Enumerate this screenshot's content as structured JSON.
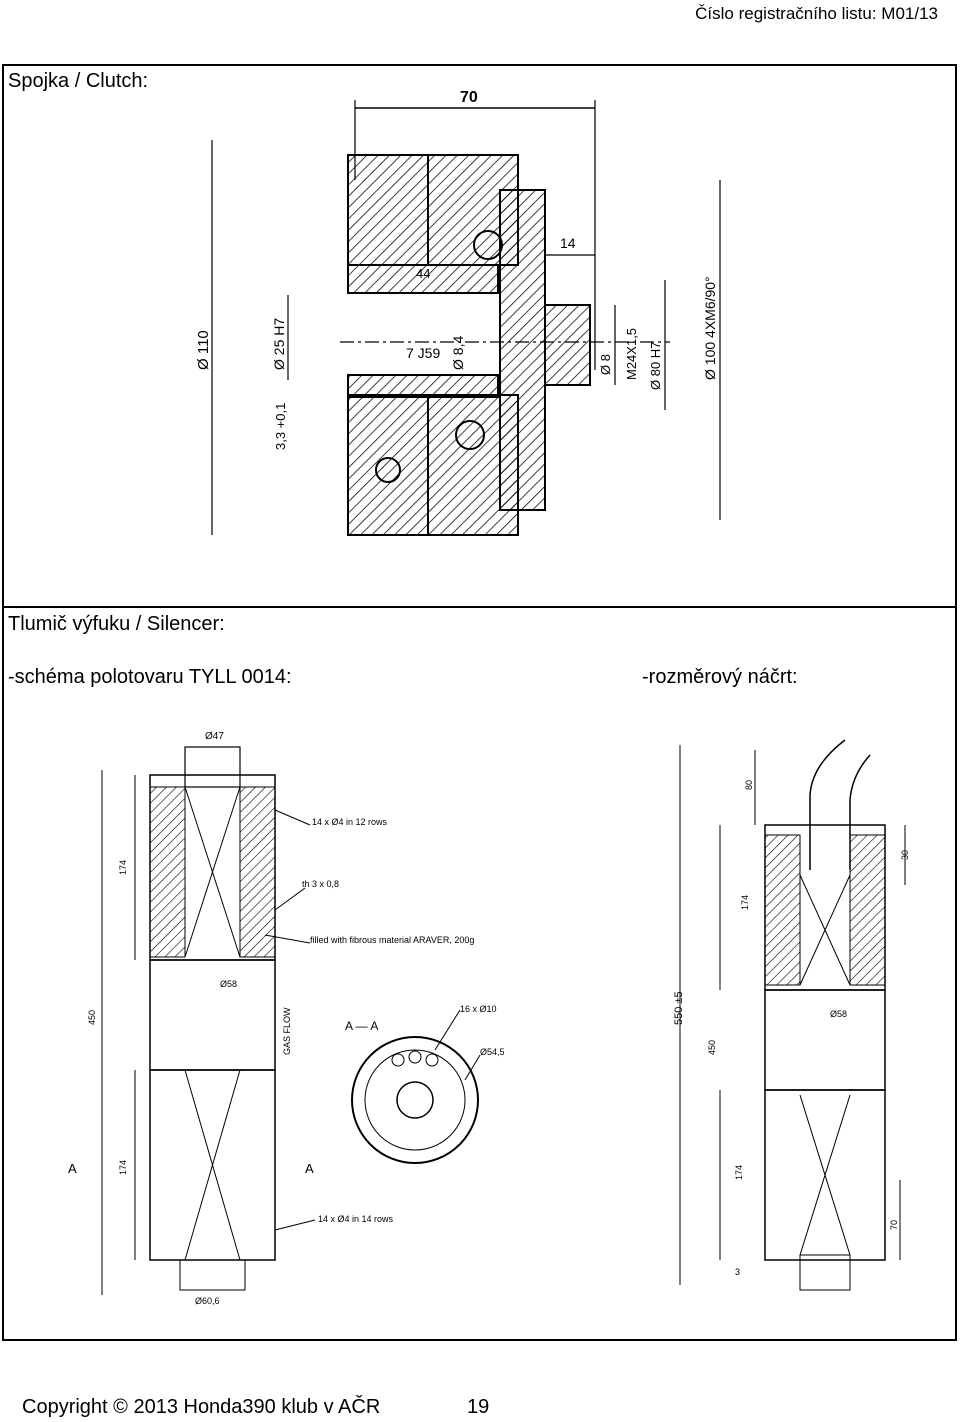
{
  "header": {
    "registration": "Číslo registračního listu: M01/13"
  },
  "clutch": {
    "title": "Spojka / Clutch:",
    "dims": {
      "d70": "70",
      "d14": "14",
      "d110": "Ø 110",
      "d25": "Ø 25 H7",
      "d33": "3,3 +0,1",
      "d7": "7 J59",
      "d84": "Ø 8,4",
      "d8": "Ø 8",
      "m24": "M24X1,5",
      "d80": "Ø 80 H7",
      "d100": "Ø 100 4XM6/90°",
      "d44": "44"
    }
  },
  "silencer": {
    "title": "Tlumič výfuku / Silencer:",
    "blank_label": "-schéma polotovaru TYLL 0014:",
    "sketch_label": "-rozměrový náčrt:",
    "blank_dims": {
      "d47": "Ø47",
      "holes1": "14 x Ø4 in 12 rows",
      "sheet": "th 3 x 0,8",
      "filled": "filled with fibrous material ARAVER, 200g",
      "d58": "Ø58",
      "gas": "GAS FLOW",
      "aa": "A — A",
      "holes2": "16 x Ø10",
      "d54": "Ø54,5",
      "l174a": "174",
      "l450": "450",
      "l174b": "174",
      "holes3": "14 x Ø4 in 14 rows",
      "d60": "Ø60,6",
      "secA_left": "A",
      "secA_right": "A"
    },
    "sketch_dims": {
      "l550": "550 ±5",
      "l80": "80",
      "l30": "30",
      "l174a": "174",
      "l450": "450",
      "d58": "Ø58",
      "l174b": "174",
      "l70": "70",
      "l3": "3"
    }
  },
  "footer": {
    "copyright": "Copyright © 2013 Honda390 klub v AČR",
    "page": "19"
  }
}
